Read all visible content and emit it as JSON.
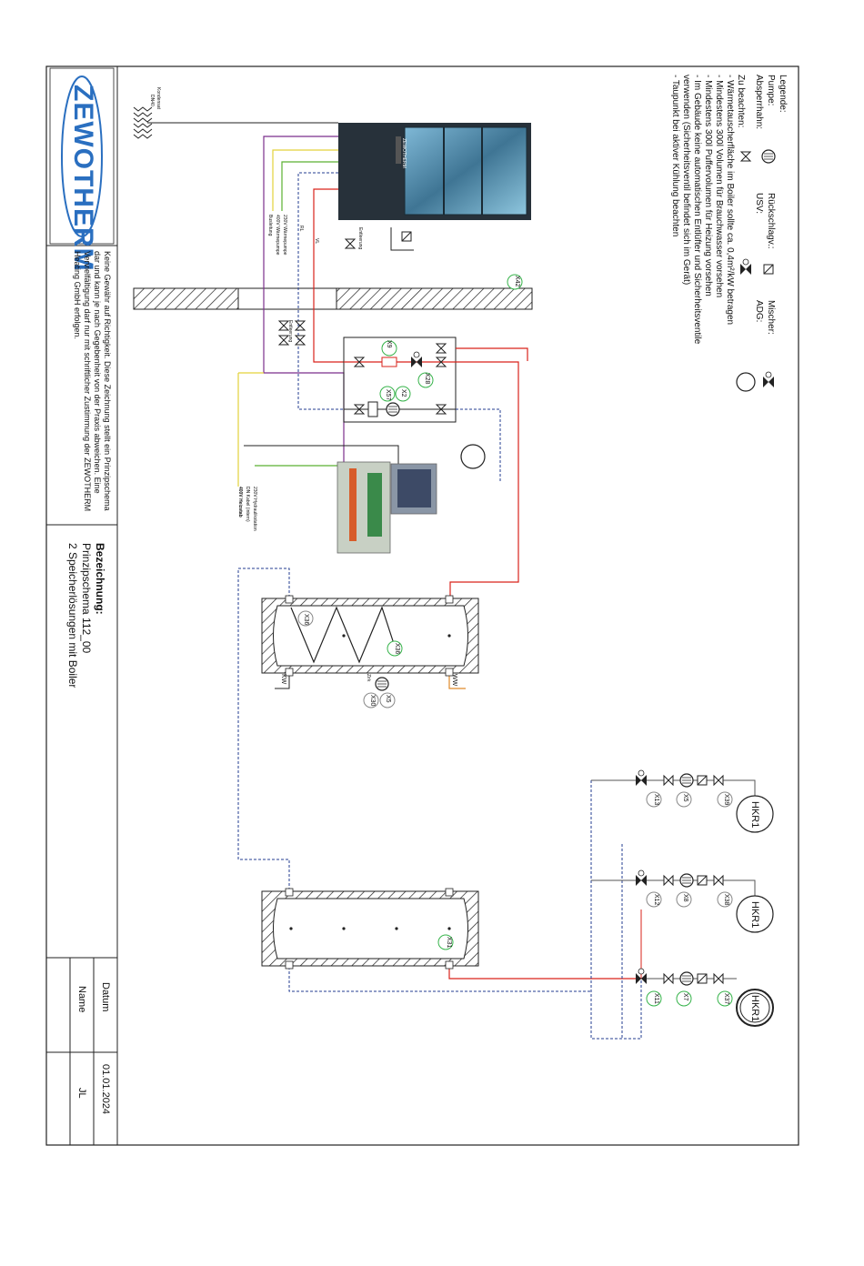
{
  "logo": "ZEWOTHERM",
  "legend": {
    "title": "Legende:",
    "pumpe": "Pumpe:",
    "absperrhahn": "Absperrhahn:",
    "rueckschlag": "Rückschlagv.:",
    "usv": "USV:",
    "mischer": "Mischer:",
    "adg": "ADG:",
    "notes_title": "Zu beachten:",
    "notes": [
      "- Wärmetauscherfläche im Boiler sollte ca. 0,4m²/kW betragen",
      "- Mindestens 300l Volumen für Brauchwasser vorsehen",
      "- Mindestens 300l Puffervolumen für Heizung vorsehen",
      "- Im Gebäude keine automatischen Entlüfter und Sicherheitsventile",
      "verwenden (Sicherheitsventil befindet sich im Gerät)",
      "- Taupunkt bei aktiver Kühlung beachten"
    ]
  },
  "disclaimer": "Keine Gewähr auf Richtigkeit. Diese Zeichnung stellt ein Prinzipschema dar und kann je nach Gegebenheit von der Praxis abweichen. Eine Vervielfältigung darf nur mit schriftlicher Zustimmung der ZEWOTHERM Heating GmbH erfolgen.",
  "designation": {
    "label": "Bezeichnung:",
    "line1": "Prinzipschema 112_00",
    "line2": "2 Speicherlösungen mit Boiler"
  },
  "titleblock": {
    "datum_label": "Datum",
    "datum_value": "01.01.2024",
    "name_label": "Name",
    "name_value": "JL"
  },
  "labels": {
    "kondensat": "Kondensat",
    "kondensat_dn": "DN40",
    "entleerung": "Entleerung",
    "rl": "RL",
    "vl": "VL",
    "supply_left": [
      "230V Wärmepumpe",
      "400V Wärmepumpe",
      "Busleitung"
    ],
    "supply_right": [
      "230V Hydraulikstation",
      "DN Kabel (intern)",
      "400V Heizstab"
    ],
    "kw": "KW",
    "ww": "WW",
    "zirk": "Zirk",
    "hkr": "HKR1",
    "hp_model": "ZEWOTHERM"
  },
  "tags": {
    "x42": "X42",
    "x9": "X9",
    "x28": "X28",
    "x2": "X2",
    "x57": "X57",
    "x36a": "X36",
    "x36b": "X36",
    "x30": "X30",
    "x5": "X5",
    "x31": "X31",
    "k1": [
      "X13",
      "X5",
      "X39"
    ],
    "k2": [
      "X12",
      "X8",
      "X38"
    ],
    "k3": [
      "X11",
      "X7",
      "X37"
    ]
  },
  "colors": {
    "brand": "#2a6fc0",
    "vorlauf": "#d9231b",
    "ruecklauf": "#233d91",
    "signal": "#7b2f8c",
    "power_230": "#e3d23b",
    "power_400": "#5bb031",
    "tag_green": "#36b34a"
  }
}
